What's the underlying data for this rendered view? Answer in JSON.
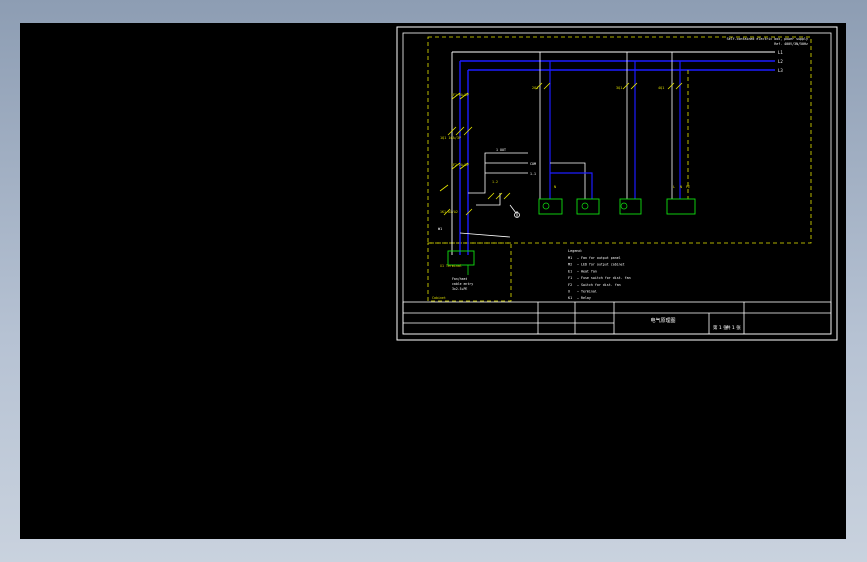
{
  "drawing": {
    "header_note_1": "Self-contained electric box, power supply",
    "header_note_2": "Ref. 400V/3N/50Hz",
    "main_switch_label": "1Q1 16A/3P",
    "aux_label_1": "1F1 6A/1P",
    "aux_label_2": "1F2 2A/1P",
    "aux_label_3": "1K1 A1/A2",
    "fan_switch_1": "2Q1",
    "fan_switch_2": "3Q1",
    "fan_switch_3": "4Q1",
    "out_L": "L",
    "out_N": "N",
    "out_PE": "PE",
    "phase_L1": "L1",
    "phase_L2": "L2",
    "phase_L3": "L3",
    "neutral": "N",
    "ctrl_label_1": "1 OUT",
    "ctrl_label_2": "COM",
    "ctrl_label_3": "1.1",
    "ctrl_label_4": "1.2",
    "cable_label": "W1",
    "terminal_label": "X1 Terminal",
    "terminal_note_1": "Fan/heat",
    "terminal_note_2": "cable entry",
    "terminal_note_3": "3x2.5+PE",
    "box_footer": "Cabinet"
  },
  "legend": {
    "title": "Legend:",
    "items": [
      {
        "code": "M1",
        "text": "Fan for output panel"
      },
      {
        "code": "M2",
        "text": "LED for output cabinet"
      },
      {
        "code": "E1",
        "text": "Heat fan"
      },
      {
        "code": "F1",
        "text": "Fuse switch for dist. fan"
      },
      {
        "code": "F2",
        "text": "Switch for dist. fan"
      },
      {
        "code": "X",
        "text": "Terminal"
      },
      {
        "code": "K1",
        "text": "Relay"
      }
    ]
  },
  "title_block": {
    "drawing_title": "电气原理图",
    "sheet_label": "第 1 张",
    "sheet_count": "共 1 张"
  },
  "colors": {
    "frame": "#ffffff",
    "wire_blue": "#1c1cff",
    "wire_white": "#ffffff",
    "dash_yellow": "#e8e800",
    "device_green": "#10e010",
    "text_yellow": "#d8d800",
    "background": "#000000"
  }
}
